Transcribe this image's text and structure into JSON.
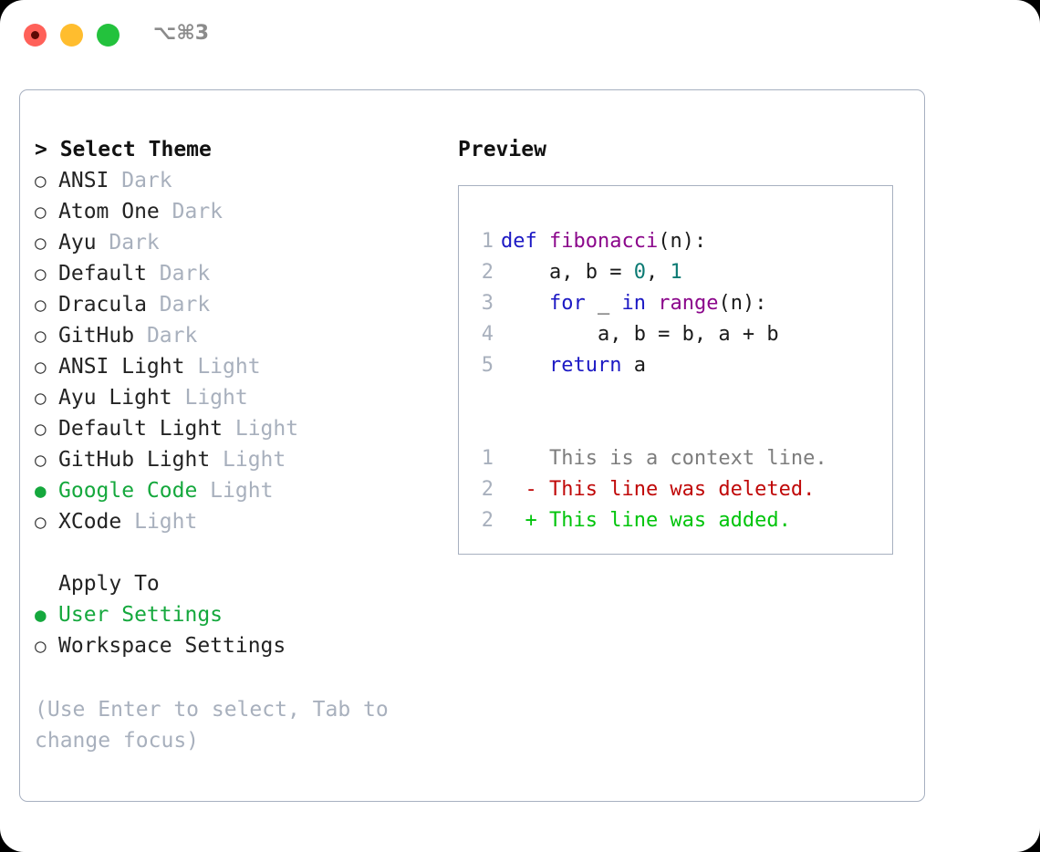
{
  "titlebar": {
    "shortcut": "⌥⌘3",
    "buttons": {
      "close": "close",
      "minimize": "minimize",
      "maximize": "maximize"
    }
  },
  "theme_picker": {
    "header": "> Select Theme",
    "bullet_unselected": "○",
    "bullet_selected": "●",
    "options": [
      {
        "label": "ANSI",
        "suffix": " Dark",
        "selected": false
      },
      {
        "label": "Atom One",
        "suffix": " Dark",
        "selected": false
      },
      {
        "label": "Ayu",
        "suffix": " Dark",
        "selected": false
      },
      {
        "label": "Default",
        "suffix": " Dark",
        "selected": false
      },
      {
        "label": "Dracula",
        "suffix": " Dark",
        "selected": false
      },
      {
        "label": "GitHub",
        "suffix": " Dark",
        "selected": false
      },
      {
        "label": "ANSI Light",
        "suffix": " Light",
        "selected": false
      },
      {
        "label": "Ayu Light",
        "suffix": " Light",
        "selected": false
      },
      {
        "label": "Default Light",
        "suffix": " Light",
        "selected": false
      },
      {
        "label": "GitHub Light",
        "suffix": " Light",
        "selected": false
      },
      {
        "label": "Google Code",
        "suffix": " Light",
        "selected": true
      },
      {
        "label": "XCode",
        "suffix": " Light",
        "selected": false
      }
    ]
  },
  "apply_to": {
    "title": "Apply To",
    "options": [
      {
        "label": "User Settings",
        "selected": true
      },
      {
        "label": "Workspace Settings",
        "selected": false
      }
    ]
  },
  "hint": "(Use Enter to select, Tab to change focus)",
  "preview": {
    "title": "Preview",
    "code_lines": [
      {
        "num": "1",
        "tokens": [
          {
            "t": "def ",
            "c": "kw"
          },
          {
            "t": "fibonacci",
            "c": "fn"
          },
          {
            "t": "(n):",
            "c": "pl"
          }
        ]
      },
      {
        "num": "2",
        "tokens": [
          {
            "t": "    a, b = ",
            "c": "pl"
          },
          {
            "t": "0",
            "c": "num"
          },
          {
            "t": ", ",
            "c": "pl"
          },
          {
            "t": "1",
            "c": "num"
          }
        ]
      },
      {
        "num": "3",
        "tokens": [
          {
            "t": "    ",
            "c": "pl"
          },
          {
            "t": "for",
            "c": "kw"
          },
          {
            "t": " _ ",
            "c": "pl"
          },
          {
            "t": "in",
            "c": "kw"
          },
          {
            "t": " ",
            "c": "pl"
          },
          {
            "t": "range",
            "c": "fn"
          },
          {
            "t": "(n):",
            "c": "pl"
          }
        ]
      },
      {
        "num": "4",
        "tokens": [
          {
            "t": "        a, b = b, a + b",
            "c": "pl"
          }
        ]
      },
      {
        "num": "5",
        "tokens": [
          {
            "t": "    ",
            "c": "pl"
          },
          {
            "t": "return",
            "c": "kw"
          },
          {
            "t": " a",
            "c": "pl"
          }
        ]
      }
    ],
    "diff_lines": [
      {
        "num": "1",
        "marker": "  ",
        "text": "This is a context line.",
        "kind": "ctx"
      },
      {
        "num": "2",
        "marker": "- ",
        "text": "This line was deleted.",
        "kind": "del"
      },
      {
        "num": "2",
        "marker": "+ ",
        "text": "This line was added.",
        "kind": "add"
      }
    ]
  },
  "colors": {
    "accent_green": "#15a83d",
    "muted": "#a8b0bd",
    "border": "#a7b0c0",
    "keyword": "#1c19c4",
    "function": "#8b068b",
    "number": "#0b7a73",
    "diff_context": "#7d7d7d",
    "diff_deleted": "#c00808",
    "diff_added": "#00c40b",
    "dot_close": "#ff6159",
    "dot_minimize": "#ffbd2e",
    "dot_maximize": "#23c23d"
  }
}
